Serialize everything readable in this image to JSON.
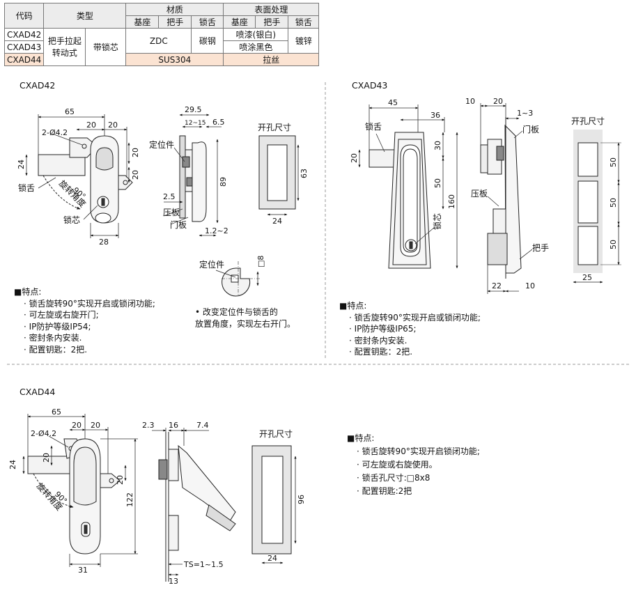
{
  "table": {
    "h_code": "代码",
    "h_type": "类型",
    "h_material": "材质",
    "h_surface": "表面处理",
    "sh_base": "基座",
    "sh_handle": "把手",
    "sh_tongue": "锁舌",
    "sh_base2": "基座",
    "sh_handle2": "把手",
    "sh_tongue2": "锁舌",
    "codes": [
      "CXAD42",
      "CXAD43",
      "CXAD44"
    ],
    "type_main": "把手拉起\n转动式",
    "type_sub": "带锁芯",
    "mat_zdc": "ZDC",
    "mat_steel": "碳钢",
    "surf_row1": "喷漆(银白)",
    "surf_row2": "喷涂黑色",
    "surf_zinc": "镀锌",
    "mat_sus": "SUS304",
    "surf_brushed": "拉丝"
  },
  "sections": {
    "a": "CXAD42",
    "b": "CXAD43",
    "c": "CXAD44"
  },
  "dims": {
    "a_65": "65",
    "a_20a": "20",
    "a_20b": "20",
    "a_hole": "2-Ø4.2",
    "a_24": "24",
    "a_20c": "20",
    "a_20d": "20",
    "a_28": "28",
    "a_295": "29.5",
    "a_1215": "12~15",
    "a_65s": "6.5",
    "a_89": "89",
    "a_25": "2.5",
    "a_1222": "1.2~2",
    "a_63": "63",
    "a_24b": "24",
    "a_sq8": "□8",
    "a_90": "90°",
    "b_45": "45",
    "b_36": "36",
    "b_20": "20",
    "b_30": "30",
    "b_50": "50",
    "b_160": "160",
    "b_10": "10",
    "b_20b": "20",
    "b_13": "1~3",
    "b_22": "22",
    "b_10b": "10",
    "b_50a": "50",
    "b_50b": "50",
    "b_50c": "50",
    "b_25": "25",
    "c_65": "65",
    "c_20a": "20",
    "c_20b": "20",
    "c_hole": "2-Ø4.2",
    "c_24": "24",
    "c_20c": "20",
    "c_20d": "20",
    "c_90": "90°",
    "c_31": "31",
    "c_122": "122",
    "c_23": "2.3",
    "c_16": "16",
    "c_74": "7.4",
    "c_ts": "TS=1~1.5",
    "c_13": "13",
    "c_96": "96",
    "c_24b": "24"
  },
  "labels": {
    "a_tongue": "锁舌",
    "a_core": "锁芯",
    "a_rot": "旋转角度",
    "a_locator": "定位件",
    "a_press": "压板",
    "a_door": "门板",
    "a_cutout": "开孔尺寸",
    "a_locator2": "定位件",
    "b_tongue": "锁舌",
    "b_door": "门板",
    "b_press": "压板",
    "b_core": "锁芯",
    "b_handle": "把手",
    "b_cutout": "开孔尺寸",
    "c_rot": "旋转角度",
    "c_cutout": "开孔尺寸"
  },
  "features": {
    "a_title": "■特点:",
    "a_items": [
      "· 锁舌旋转90°实现开启或锁闭功能;",
      "· 可左旋或右旋开门;",
      "· IP防护等级IP54;",
      "· 密封条内安装.",
      "· 配置钥匙：2把."
    ],
    "a_note1": "• 改变定位件与锁舌的",
    "a_note2": "放置角度，实现左右开门。",
    "b_title": "■特点:",
    "b_items": [
      "· 锁舌旋转90°实现开启或锁闭功能;",
      "· IP防护等级IP65;",
      "· 密封条内安装.",
      "· 配置钥匙：2把."
    ],
    "c_title": "■特点:",
    "c_items": [
      "· 锁舌旋转90°实现开启锁闭功能;",
      "· 可左旋或右旋使用。",
      "· 锁舌孔尺寸:□8x8",
      "· 配置钥匙:2把"
    ]
  },
  "colors": {
    "highlight": "#fbe3d2",
    "header": "#ececec",
    "cutout_frame": "#e6e6e6",
    "part_fill": "#f0f0f0",
    "dark_part": "#555555"
  }
}
